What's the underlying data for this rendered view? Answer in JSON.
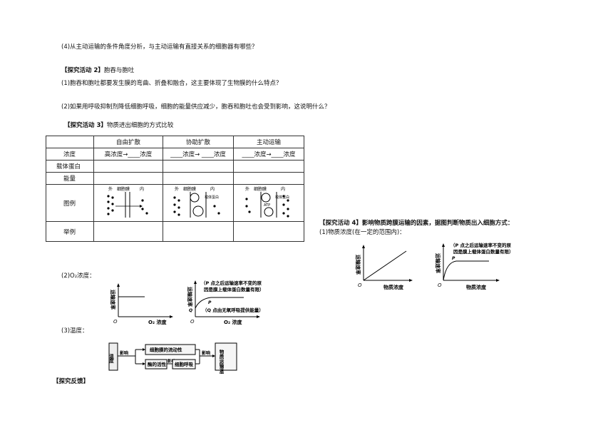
{
  "q4": "(4)从主动运输的条件角度分析，与主动运输有直接关系的细胞器有哪些？",
  "act2": {
    "head": "【探究活动 2】",
    "title": "胞吞与胞吐",
    "q1": "(1)胞吞和胞吐都要发生膜的弯曲、折叠和融合，这主要体现了生物膜的什么特点？",
    "q2": "(2)如果用呼吸抑制剂降低细胞呼吸，细胞的能量供应减少，胞吞和胞吐也会受到影响，这说明什么？"
  },
  "act3": {
    "head": "【探究活动 3】",
    "title": "物质进出细胞的方式比较",
    "cols": [
      "自由扩散",
      "协助扩散",
      "主动运输"
    ],
    "rows": [
      "浓度",
      "载体蛋白",
      "能量",
      "图例",
      "举例"
    ],
    "conc": [
      "高浓度→____浓度",
      "____浓度→ ____浓度",
      "____浓度→____浓度"
    ],
    "diagram": {
      "out": "外",
      "membrane": "细胞膜",
      "in": "内",
      "carrier": "载体蛋白",
      "atp": "ATP"
    }
  },
  "act4": {
    "head": "【探究活动 4】",
    "title": "影响物质跨膜运输的因素，据图判断物质出入细胞方式：",
    "sub1": "(1)物质浓度(在一定的范围内)：",
    "sub2": "(2)O₂浓度：",
    "sub3": "(3)温度：",
    "ylabel": "运输速率",
    "xlabel_conc": "物质浓度",
    "xlabel_o2": "O₂ 浓度",
    "origin": "O",
    "pointP": "P",
    "pointQ": "Q",
    "noteP": [
      "（P 点之后运输速率不变的原",
      "因是膜上载体蛋白数量有限）"
    ],
    "noteQ": "（Q 点由无氧呼吸提供能量）"
  },
  "temp": {
    "temperature": "温度",
    "affect": "影响",
    "fluidity": "细胞膜的流动性",
    "enzyme": "酶的活性",
    "respiration": "细胞呼吸",
    "rate": "物质运输速率"
  },
  "feedback": "【探究反馈】"
}
